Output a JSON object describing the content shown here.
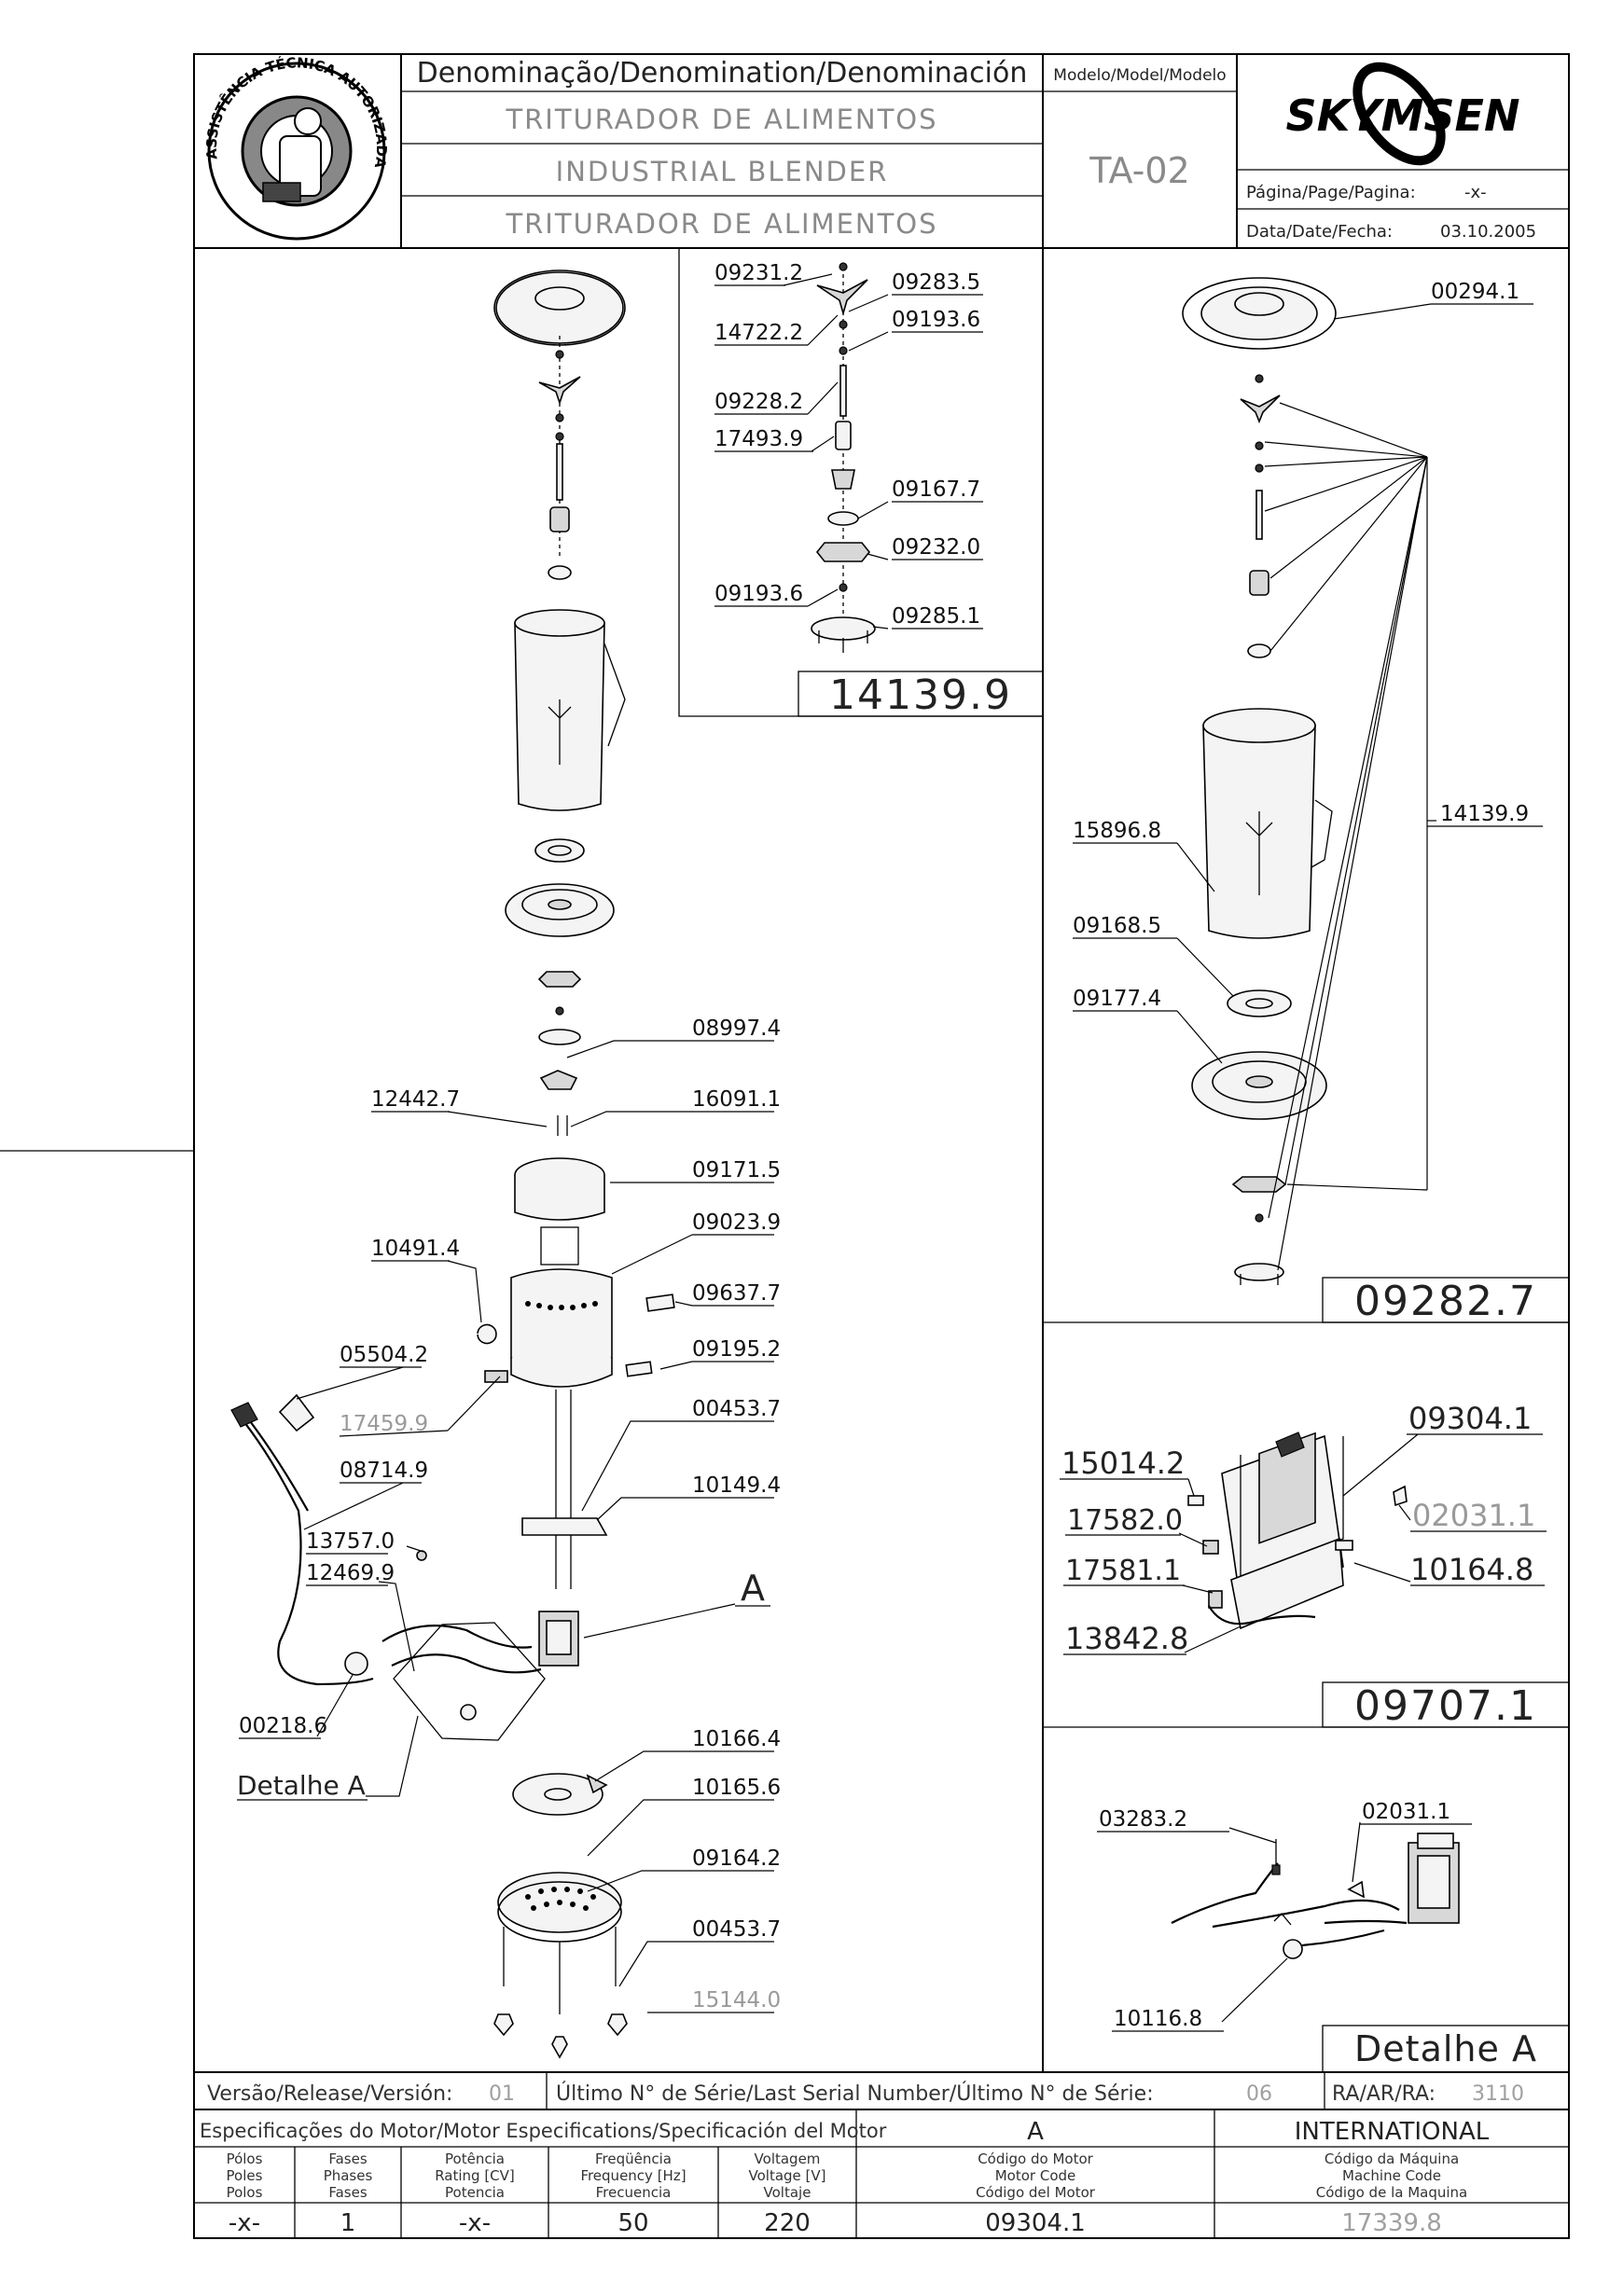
{
  "header": {
    "logo_seal_text": "ASSISTÊNCIA TÉCNICA AUTORIZADA",
    "brand": "SKYMSEN",
    "denomination_label": "Denominação/Denomination/Denominación",
    "names": [
      "TRITURADOR DE ALIMENTOS",
      "INDUSTRIAL BLENDER",
      "TRITURADOR DE ALIMENTOS"
    ],
    "model_label": "Modelo/Model/Modelo",
    "model": "TA-02",
    "page_label": "Página/Page/Pagina:",
    "page_value": "-x-",
    "date_label": "Data/Date/Fecha:",
    "date_value": "03.10.2005"
  },
  "main_parts": {
    "p08997_4": "08997.4",
    "p12442_7": "12442.7",
    "p16091_1": "16091.1",
    "p09171_5": "09171.5",
    "p10491_4": "10491.4",
    "p09023_9": "09023.9",
    "p09637_7": "09637.7",
    "p05504_2": "05504.2",
    "p09195_2": "09195.2",
    "p17459_9": "17459.9",
    "p00453_7a": "00453.7",
    "p08714_9": "08714.9",
    "p10149_4": "10149.4",
    "p13757_0": "13757.0",
    "p12469_9": "12469.9",
    "label_a": "A",
    "p00218_6": "00218.6",
    "p10166_4": "10166.4",
    "detail_a": "Detalhe A",
    "p10165_6": "10165.6",
    "p09164_2": "09164.2",
    "p00453_7b": "00453.7",
    "p15144_0": "15144.0"
  },
  "blade_assembly": {
    "p09231_2": "09231.2",
    "p09283_5": "09283.5",
    "p14722_2": "14722.2",
    "p09193_6a": "09193.6",
    "p09228_2": "09228.2",
    "p17493_9": "17493.9",
    "p09167_7": "09167.7",
    "p09232_0": "09232.0",
    "p09193_6b": "09193.6",
    "p09285_1": "09285.1",
    "assembly_code": "14139.9"
  },
  "jar_assembly": {
    "p00294_1": "00294.1",
    "p14139_9": "14139.9",
    "p15896_8": "15896.8",
    "p09168_5": "09168.5",
    "p09177_4": "09177.4",
    "assembly_code": "09282.7"
  },
  "motor_assembly": {
    "p09304_1": "09304.1",
    "p15014_2": "15014.2",
    "p02031_1": "02031.1",
    "p17582_0": "17582.0",
    "p17581_1": "17581.1",
    "p10164_8": "10164.8",
    "p13842_8": "13842.8",
    "assembly_code": "09707.1"
  },
  "detail_a_panel": {
    "p03283_2": "03283.2",
    "p02031_1": "02031.1",
    "p10116_8": "10116.8",
    "title": "Detalhe A"
  },
  "footer": {
    "version_label": "Versão/Release/Versión:",
    "version_value": "01",
    "serial_label": "Último N° de Série/Last Serial Number/Último N° de Série:",
    "serial_value": "06",
    "ra_label": "RA/AR/RA:",
    "ra_value": "3110",
    "motor_spec_label": "Especificações do Motor/Motor Especifications/Specificación del Motor",
    "spec_column_a": "A",
    "spec_column_intl": "INTERNATIONAL",
    "columns": [
      {
        "l1": "Pólos",
        "l2": "Poles",
        "l3": "Polos",
        "value": "-x-"
      },
      {
        "l1": "Fases",
        "l2": "Phases",
        "l3": "Fases",
        "value": "1"
      },
      {
        "l1": "Potência",
        "l2": "Rating [CV]",
        "l3": "Potencia",
        "value": "-x-"
      },
      {
        "l1": "Freqüência",
        "l2": "Frequency [Hz]",
        "l3": "Frecuencia",
        "value": "50"
      },
      {
        "l1": "Voltagem",
        "l2": "Voltage [V]",
        "l3": "Voltaje",
        "value": "220"
      },
      {
        "l1": "Código do Motor",
        "l2": "Motor Code",
        "l3": "Código del Motor",
        "value": "09304.1"
      },
      {
        "l1": "Código da Máquina",
        "l2": "Machine Code",
        "l3": "Código de la Maquina",
        "value": "17339.8"
      }
    ]
  }
}
